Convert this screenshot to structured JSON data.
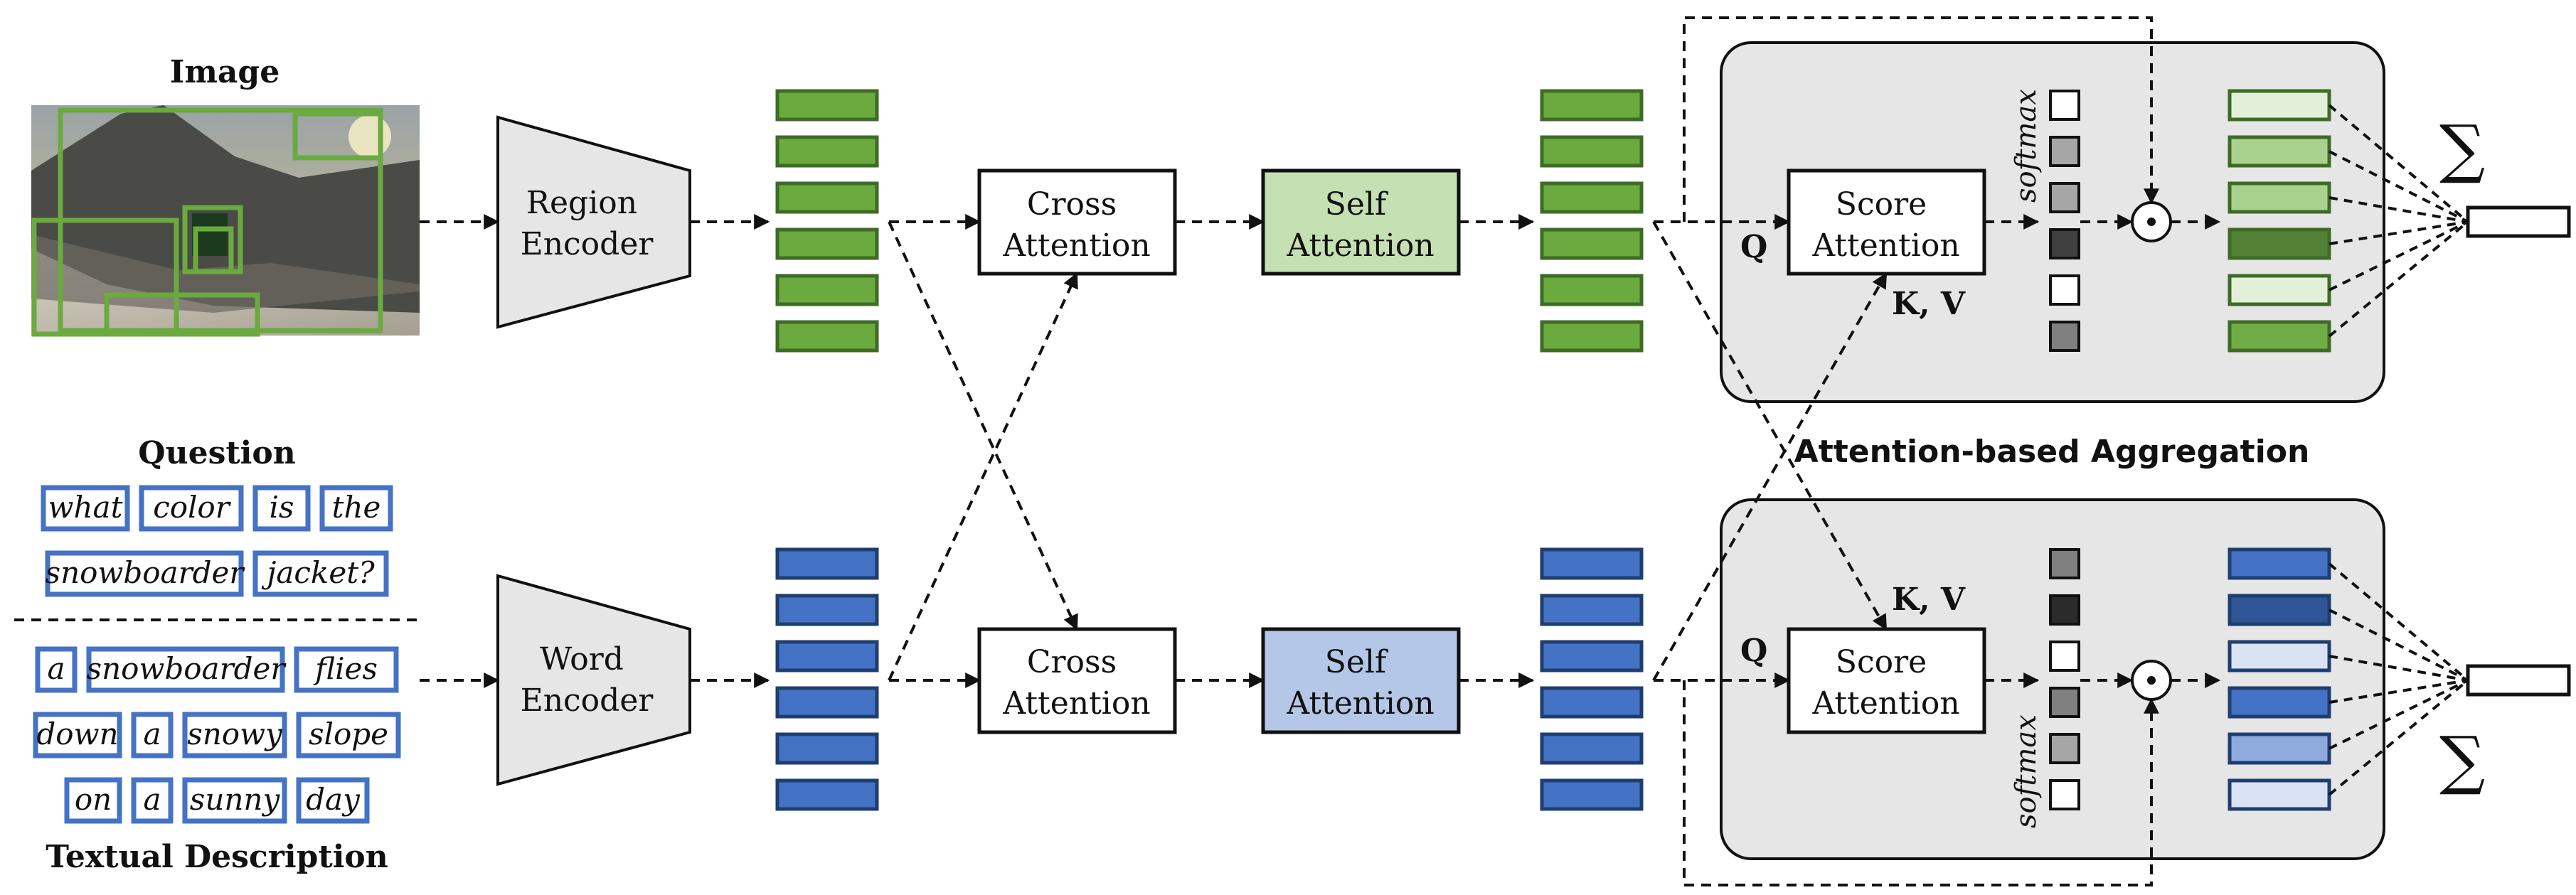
{
  "labels": {
    "image": "Image",
    "question": "Question",
    "textual_description": "Textual Description",
    "region_encoder": [
      "Region",
      "Encoder"
    ],
    "word_encoder": [
      "Word",
      "Encoder"
    ],
    "cross_attention": [
      "Cross",
      "Attention"
    ],
    "self_attention": [
      "Self",
      "Attention"
    ],
    "score_attention": [
      "Score",
      "Attention"
    ],
    "q": "Q",
    "kv": "K, V",
    "softmax": "softmax",
    "aggregation_title": "Attention-based Aggregation",
    "sum_symbol": "∑",
    "odot": "⊙"
  },
  "question_rows": [
    [
      "what",
      "color",
      "is",
      "the"
    ],
    [
      "snowboarder",
      "jacket?"
    ]
  ],
  "description_rows": [
    [
      "a",
      "snowboarder",
      "flies"
    ],
    [
      "down",
      "a",
      "snowy",
      "slope"
    ],
    [
      "on",
      "a",
      "sunny",
      "day"
    ]
  ],
  "colors": {
    "visual_green": "#6aaa3e",
    "visual_green_border": "#3e6b25",
    "text_blue": "#4472c4",
    "text_blue_border": "#1f3e70",
    "self_attn_green": "#c5e0b3",
    "self_attn_blue": "#b4c7e7",
    "aggregation_panel": "#e6e6e6",
    "token_border": "#4472c4"
  },
  "top_softmax_shades": [
    "#ffffff",
    "#a6a6a6",
    "#a6a6a6",
    "#404040",
    "#ffffff",
    "#808080"
  ],
  "bottom_softmax_shades": [
    "#808080",
    "#2b2b2b",
    "#ffffff",
    "#808080",
    "#a6a6a6",
    "#ffffff"
  ],
  "top_output_shades": [
    "#e2efd9",
    "#a9d18e",
    "#a9d18e",
    "#538135",
    "#e2efd9",
    "#70ad47"
  ],
  "bottom_output_shades": [
    "#4472c4",
    "#2f5597",
    "#dae3f3",
    "#4472c4",
    "#8faadc",
    "#dae3f3"
  ]
}
